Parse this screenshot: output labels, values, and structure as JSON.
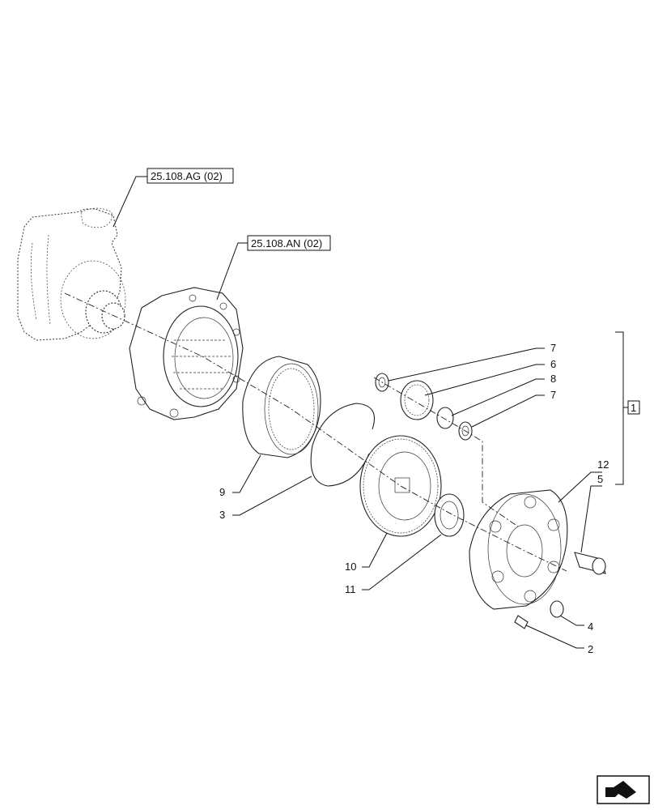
{
  "references": {
    "axle_housing": "25.108.AG (02)",
    "hub": "25.108.AN (02)"
  },
  "callouts": [
    "7",
    "6",
    "8",
    "7",
    "12",
    "5",
    "9",
    "3",
    "10",
    "11",
    "4",
    "2"
  ],
  "group_label": "1",
  "nav_icon": "next-page-arrow-icon"
}
